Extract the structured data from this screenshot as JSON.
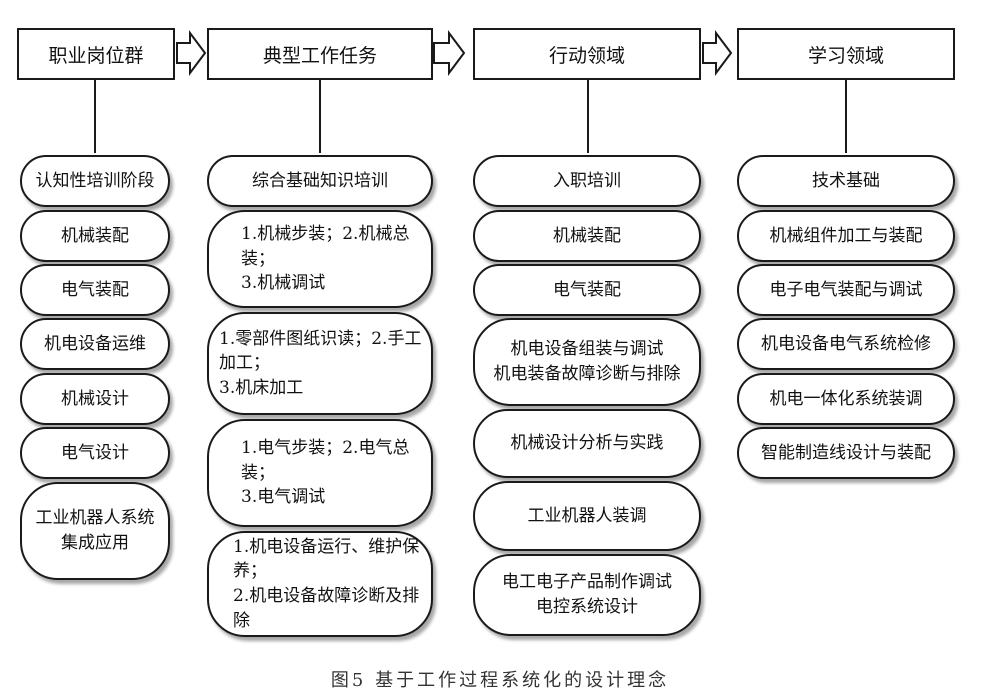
{
  "headers": [
    "职业岗位群",
    "典型工作任务",
    "行动领域",
    "学习领域"
  ],
  "col1": [
    "认知性培训阶段",
    "机械装配",
    "电气装配",
    "机电设备运维",
    "机械设计",
    "电气设计",
    "工业机器人系统\n集成应用"
  ],
  "col2": [
    "综合基础知识培训",
    "1.机械步装；2.机械总装；\n3.机械调试",
    "1.零部件图纸识读；2.手工加工；\n3.机床加工",
    "1.电气步装；2.电气总装；\n3.电气调试",
    "1.机电设备运行、维护保养；\n2.机电设备故障诊断及排除"
  ],
  "col3": [
    "入职培训",
    "机械装配",
    "电气装配",
    "机电设备组装与调试\n机电装备故障诊断与排除",
    "机械设计分析与实践",
    "工业机器人装调",
    "电工电子产品制作调试\n电控系统设计"
  ],
  "col4": [
    "技术基础",
    "机械组件加工与装配",
    "电子电气装配与调试",
    "机电设备电气系统检修",
    "机电一体化系统装调",
    "智能制造线设计与装配"
  ],
  "caption": "图5   基于工作过程系统化的设计理念"
}
